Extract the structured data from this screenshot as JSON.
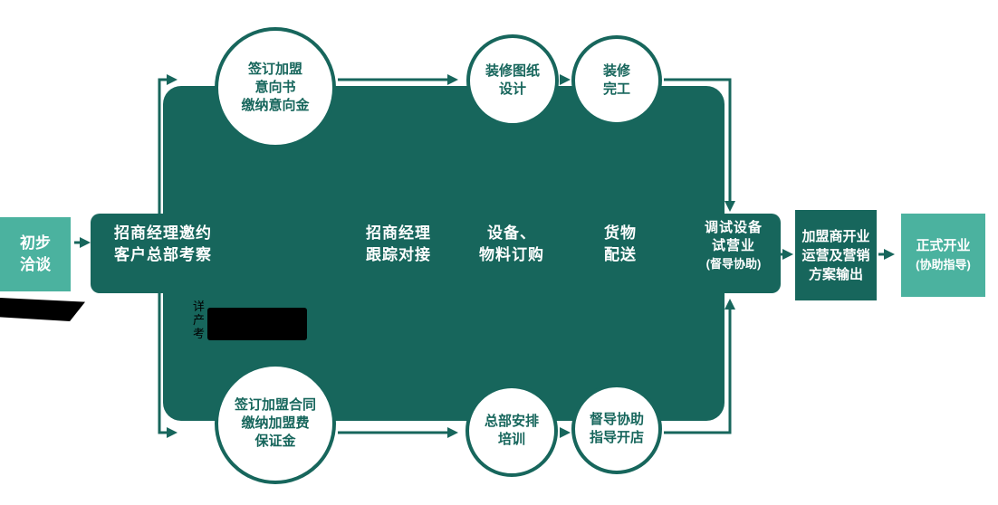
{
  "colors": {
    "dark_teal": "#17665C",
    "light_teal": "#4BB29F",
    "note_text": "#000000",
    "background": "#FFFFFF"
  },
  "flow": {
    "start_box": {
      "lines": [
        "初步",
        "洽谈"
      ]
    },
    "steps": [
      {
        "lines": [
          "招商经理邀约",
          "客户总部考察"
        ]
      },
      {
        "lines": [
          "招商经理",
          "跟踪对接"
        ]
      },
      {
        "lines": [
          "设备、",
          "物料订购"
        ]
      },
      {
        "lines": [
          "货物",
          "配送"
        ]
      },
      {
        "lines": [
          "调试设备",
          "试营业",
          "(督导协助)"
        ]
      }
    ],
    "top_circles": [
      {
        "lines": [
          "签订加盟",
          "意向书",
          "缴纳意向金"
        ]
      },
      {
        "lines": [
          "装修图纸",
          "设计"
        ]
      },
      {
        "lines": [
          "装修",
          "完工"
        ]
      }
    ],
    "bottom_circles": [
      {
        "lines": [
          "签订加盟合同",
          "缴纳加盟费",
          "保证金"
        ]
      },
      {
        "lines": [
          "总部安排",
          "培训"
        ]
      },
      {
        "lines": [
          "督导协助",
          "指导开店"
        ]
      }
    ],
    "end_boxes": [
      {
        "lines": [
          "加盟商开业",
          "运营及营销",
          "方案输出"
        ]
      },
      {
        "lines": [
          "正式开业",
          "(协助指导)"
        ]
      }
    ],
    "note": {
      "lines": [
        "详",
        "产",
        "考"
      ]
    }
  }
}
